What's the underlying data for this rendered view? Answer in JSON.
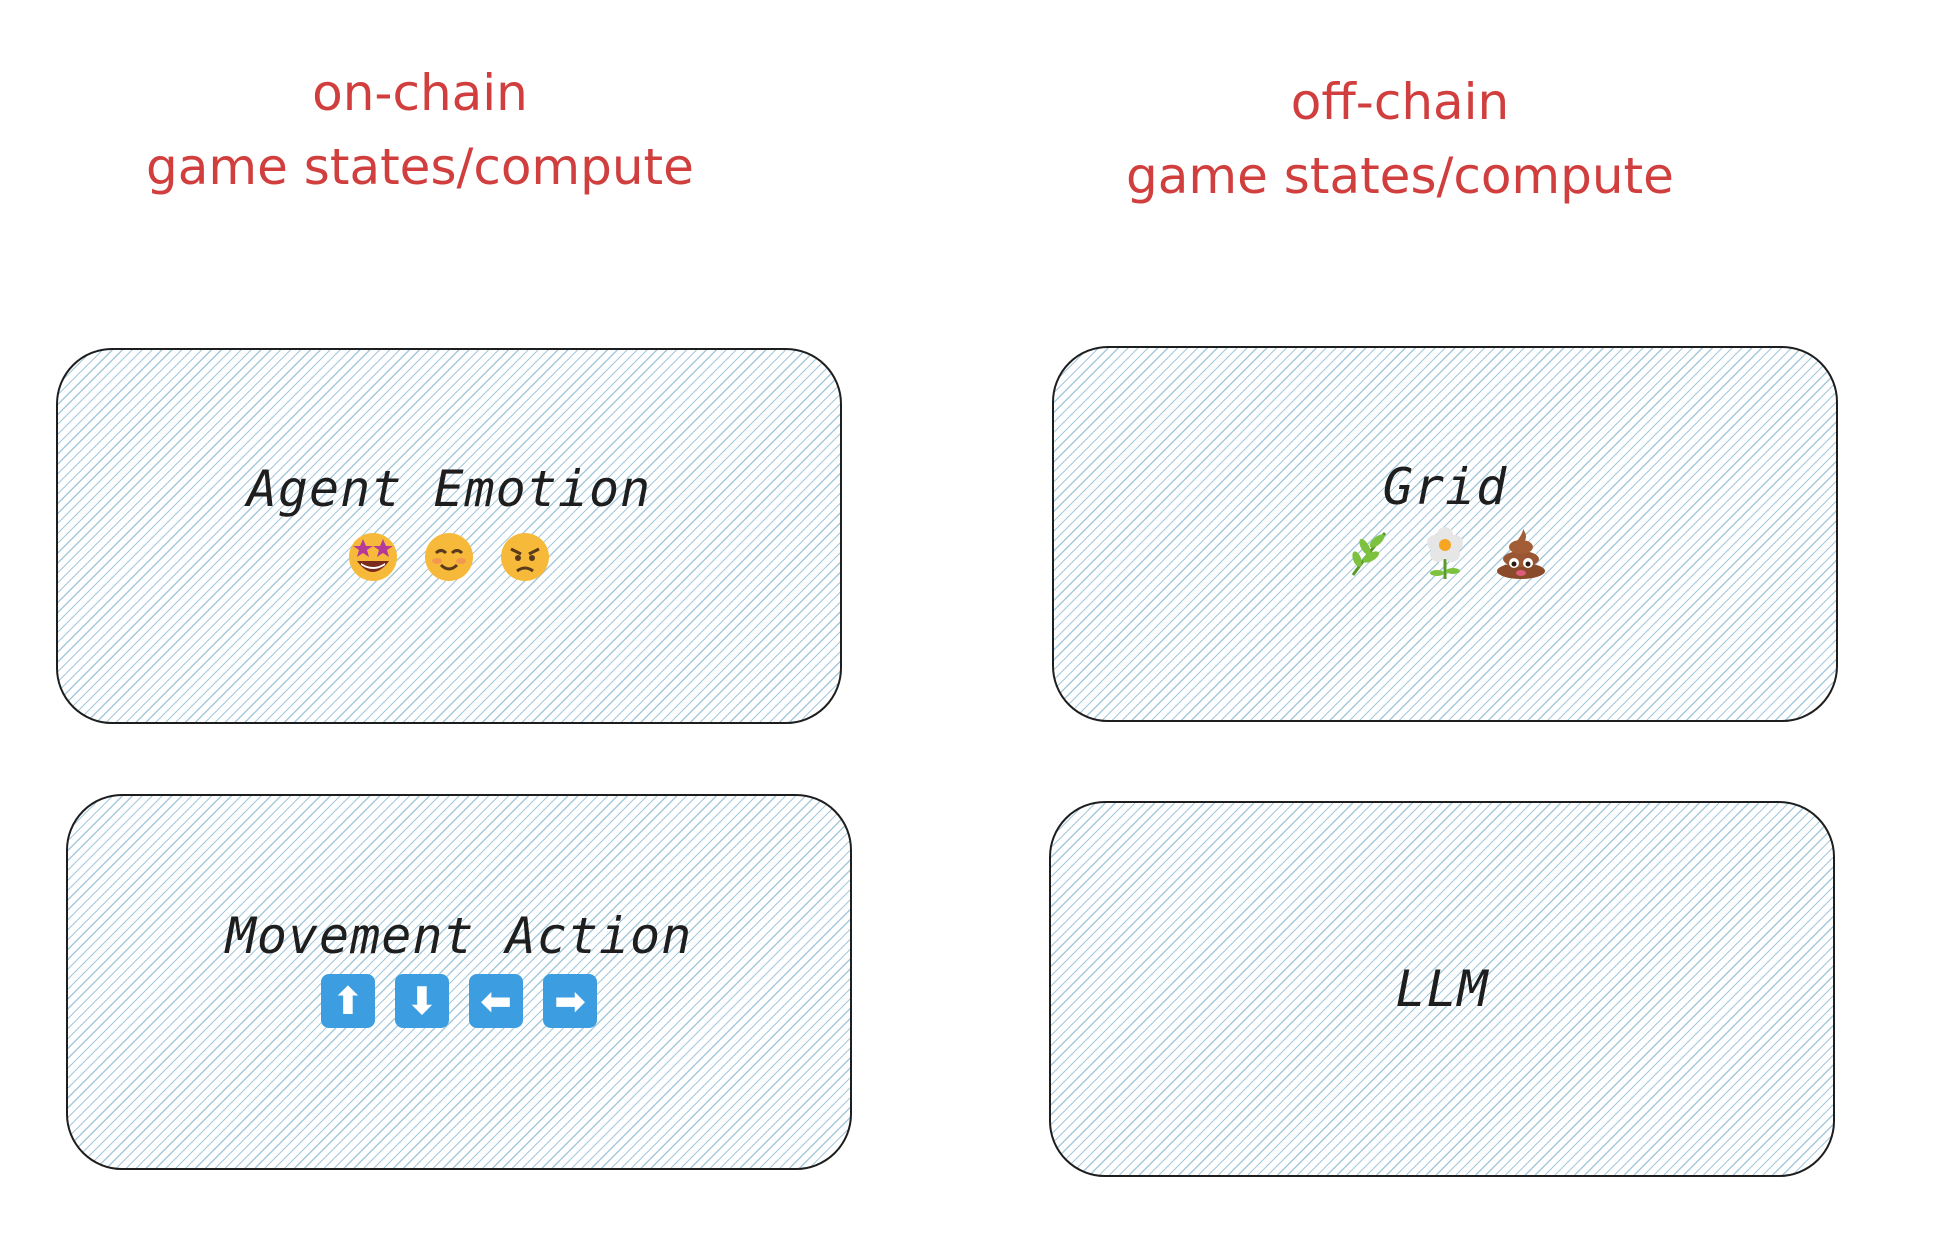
{
  "headings": {
    "left": {
      "line1": "on-chain",
      "line2": "game states/compute"
    },
    "right": {
      "line1": "off-chain",
      "line2": "game states/compute"
    }
  },
  "boxes": {
    "emotion": {
      "label": "Agent Emotion",
      "icons": [
        "star-struck-emoji",
        "smiling-face-emoji",
        "angry-face-emoji"
      ]
    },
    "movement": {
      "label": "Movement Action",
      "keys": [
        "⬆",
        "⬇",
        "⬅",
        "➡"
      ]
    },
    "grid": {
      "label": "Grid",
      "icons": [
        "herb-emoji",
        "flower-emoji",
        "poop-emoji"
      ]
    },
    "llm": {
      "label": "LLM"
    }
  },
  "colors": {
    "heading": "#d03e3e",
    "box_stroke": "#1e1e1e",
    "hatch": "#a5c9dc",
    "arrow_key": "#3c9ee0"
  }
}
